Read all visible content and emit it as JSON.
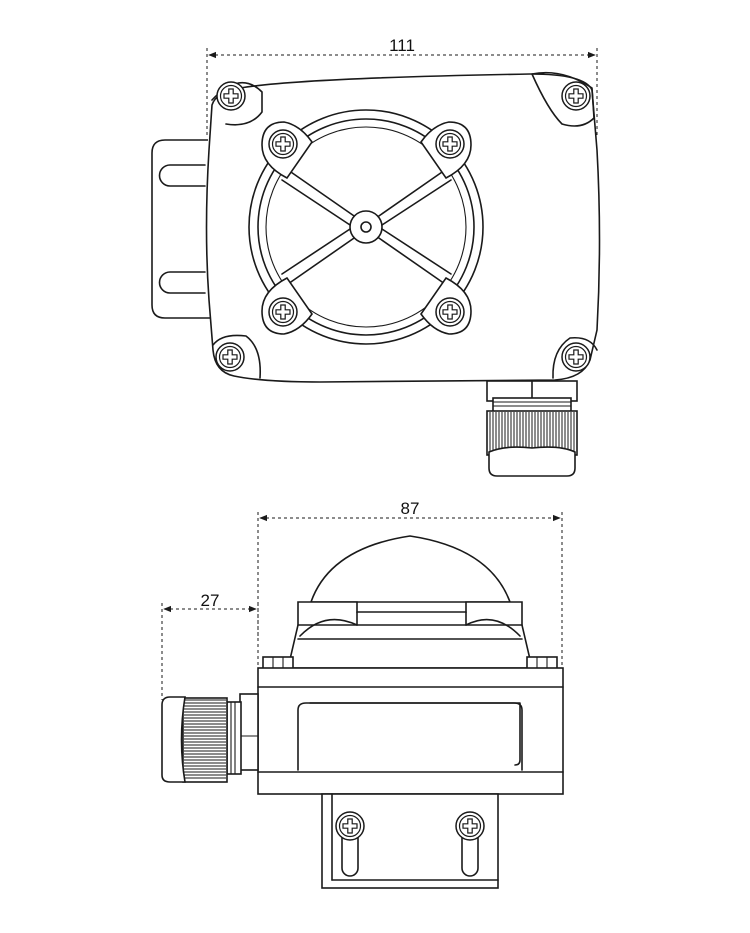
{
  "dimensions": {
    "top_width": "111",
    "front_width": "87",
    "gland_length": "27"
  },
  "line_color": "#1a1a1a",
  "background": "#ffffff"
}
